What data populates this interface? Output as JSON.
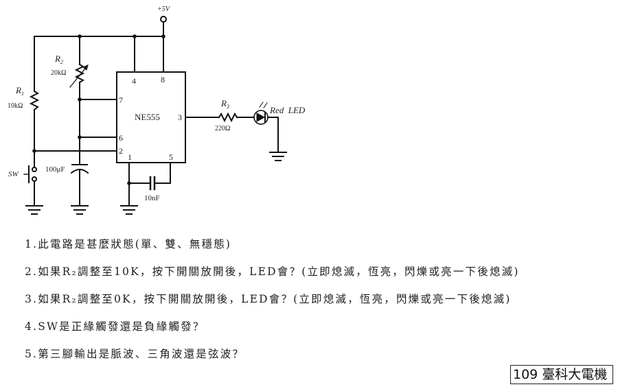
{
  "schematic": {
    "supply_label": "+5V",
    "ic_label": "NE555",
    "pins": {
      "p4": "4",
      "p8": "8",
      "p7": "7",
      "p6": "6",
      "p2": "2",
      "p1": "1",
      "p5": "5",
      "p3": "3"
    },
    "r1": {
      "name": "R",
      "sub": "1",
      "value": "10kΩ"
    },
    "r2": {
      "name": "R",
      "sub": "2",
      "value": "20kΩ"
    },
    "r3": {
      "name": "R",
      "sub": "3",
      "value": "220Ω"
    },
    "c_timing": "100μF",
    "c_control": "10nF",
    "switch_label": "SW",
    "led_label": "Red  LED"
  },
  "questions": [
    "1.此電路是甚麼狀態(單、雙、無穩態)",
    "2.如果R₂調整至10K，按下開關放開後，LED會？(立即熄滅，恆亮，閃爍或亮一下後熄滅)",
    "3.如果R₂調整至0K，按下開關放開後，LED會？(立即熄滅，恆亮，閃爍或亮一下後熄滅)",
    "4.SW是正緣觸發還是負緣觸發？",
    "5.第三腳輸出是脈波、三角波還是弦波？"
  ],
  "source_badge": "109 臺科大電機"
}
